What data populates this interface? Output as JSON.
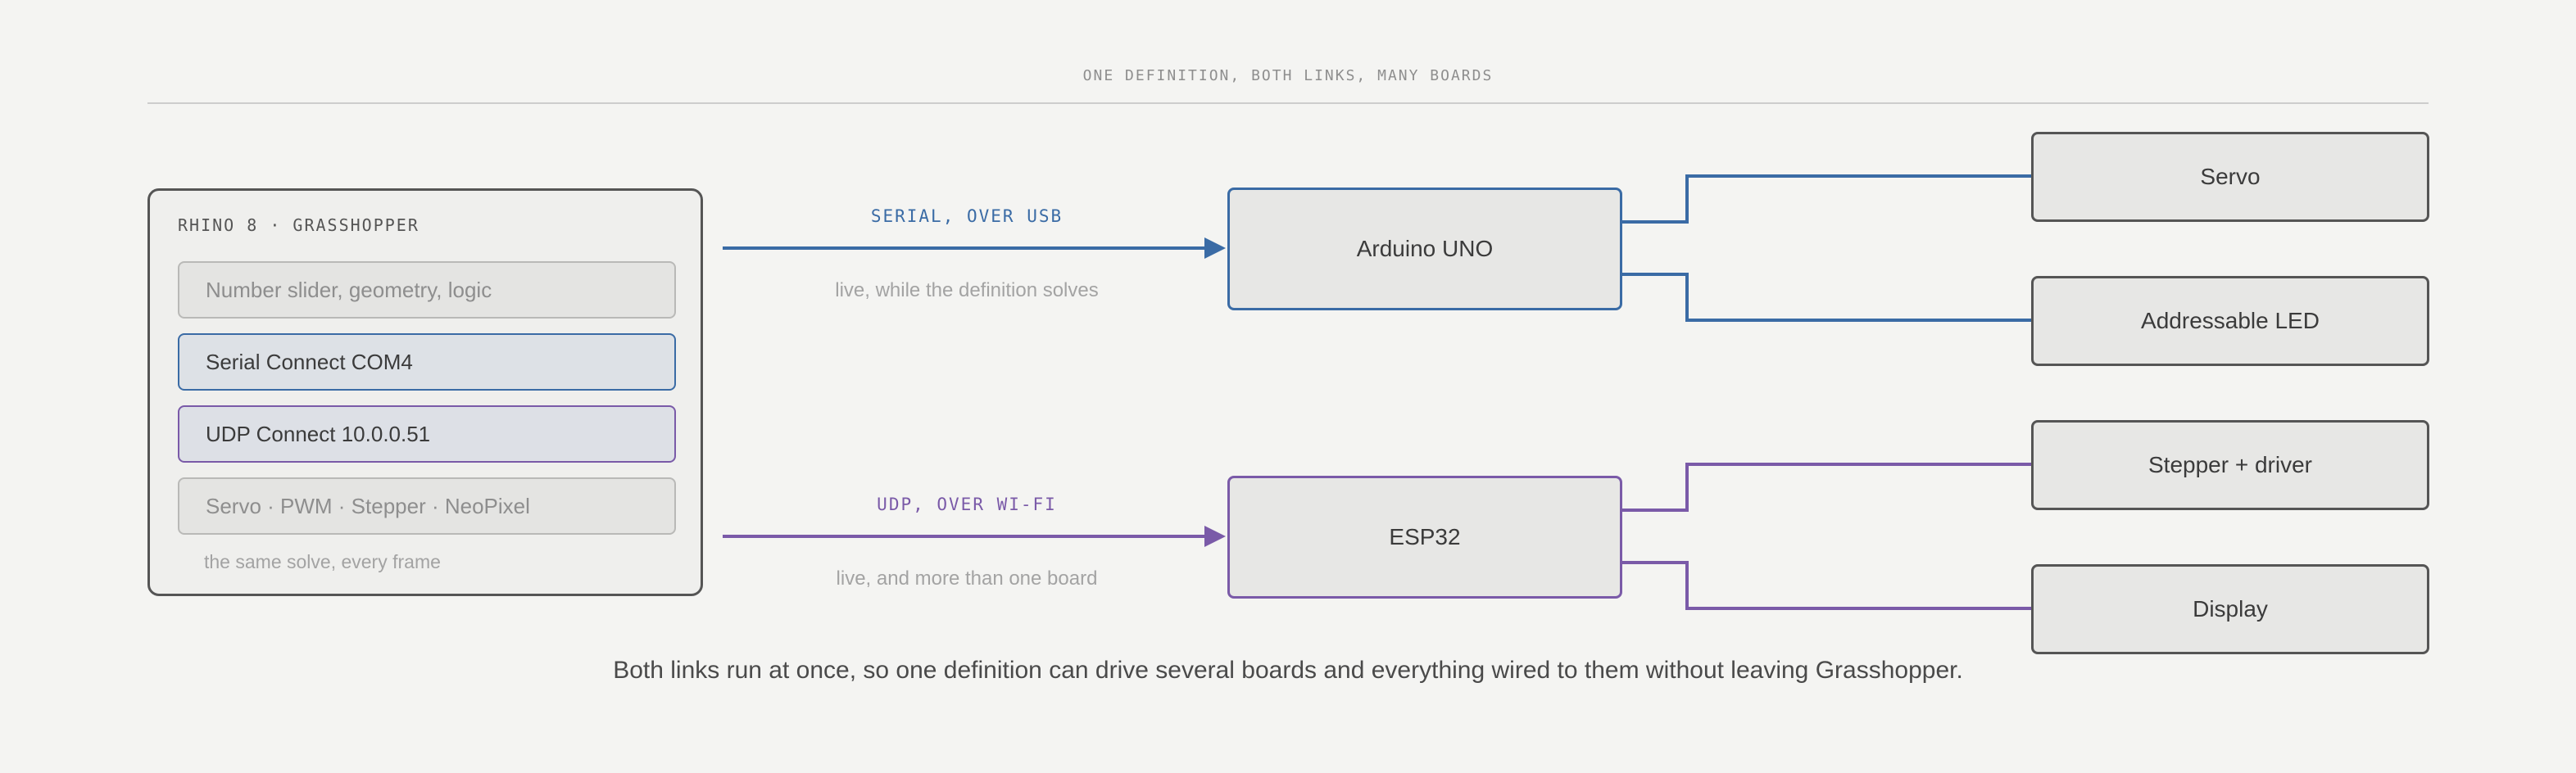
{
  "caption": "ONE DEFINITION, BOTH LINKS, MANY BOARDS",
  "source": {
    "title": "RHINO 8 · GRASSHOPPER",
    "rows": [
      {
        "label": "Number slider, geometry, logic",
        "kind": "plain"
      },
      {
        "label": "Serial Connect COM4",
        "kind": "serial"
      },
      {
        "label": "UDP Connect 10.0.0.51",
        "kind": "udp"
      },
      {
        "label": "Servo · PWM · Stepper · NeoPixel",
        "kind": "plain"
      }
    ],
    "footnote": "the same solve, every frame"
  },
  "links": [
    {
      "label": "SERIAL, OVER USB",
      "note": "live, while the definition solves"
    },
    {
      "label": "UDP, OVER WI-FI",
      "note": "live, and more than one board"
    }
  ],
  "boards": [
    {
      "name": "Arduino UNO",
      "devices": [
        "Servo",
        "Addressable LED"
      ]
    },
    {
      "name": "ESP32",
      "devices": [
        "Stepper + driver",
        "Display"
      ]
    }
  ],
  "footer": "Both links run at once, so one definition can drive several boards and everything wired to them without leaving Grasshopper.",
  "colors": {
    "serial": "#3a6ba5",
    "udp": "#7a5aa8",
    "neutral": "#555555",
    "background": "#f4f4f2"
  }
}
